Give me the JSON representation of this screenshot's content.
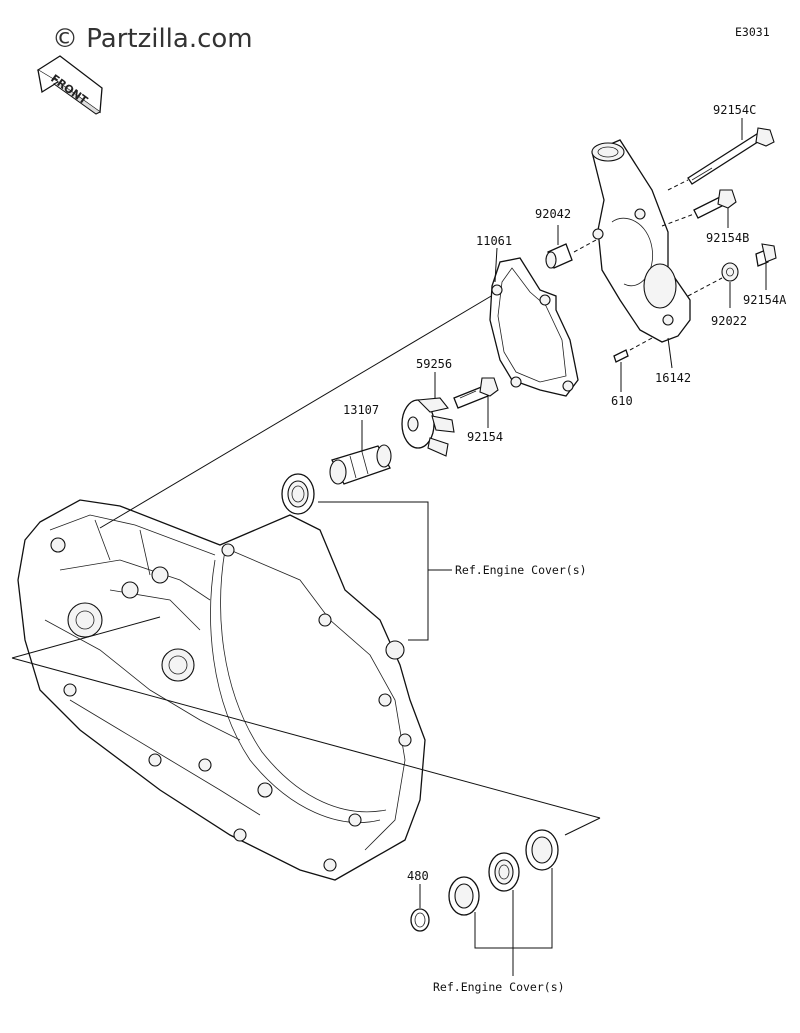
{
  "watermark": {
    "text": "© Partzilla.com"
  },
  "front_badge": {
    "text": "FRONT"
  },
  "diagram_code": "E3031",
  "parts": [
    {
      "id": "92154C"
    },
    {
      "id": "92042"
    },
    {
      "id": "11061"
    },
    {
      "id": "92154B"
    },
    {
      "id": "92154A"
    },
    {
      "id": "92022"
    },
    {
      "id": "16142"
    },
    {
      "id": "610"
    },
    {
      "id": "59256"
    },
    {
      "id": "13107"
    },
    {
      "id": "92154"
    },
    {
      "id": "480"
    }
  ],
  "references": {
    "engine_cover_upper": "Ref.Engine Cover(s)",
    "engine_cover_lower": "Ref.Engine Cover(s)"
  }
}
